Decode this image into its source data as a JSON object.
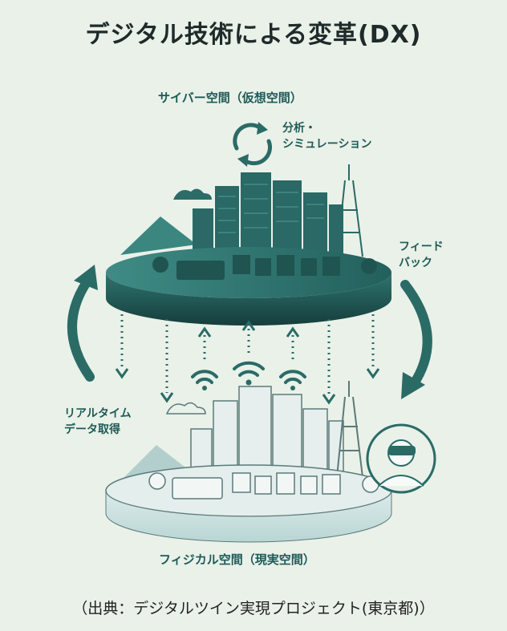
{
  "title": "デジタル技術による変革(DX)",
  "cyber_label": "サイバー空間（仮想空間）",
  "analysis_label_line1": "分析・",
  "analysis_label_line2": "シミュレーション",
  "feedback_label_line1": "フィード",
  "feedback_label_line2": "バック",
  "realtime_label_line1": "リアルタイム",
  "realtime_label_line2": "データ取得",
  "physical_label": "フィジカル空間（現実空間）",
  "caption": "（出典：デジタルツイン実現プロジェクト(東京都)）",
  "colors": {
    "background": "#e9f1e9",
    "cyber_dark": "#1c4f4d",
    "cyber_mid": "#2f7470",
    "cyber_light": "#4b9e95",
    "physical_base": "#cfe3e2",
    "physical_line": "#5b7a79",
    "arrow": "#2a6b66"
  }
}
